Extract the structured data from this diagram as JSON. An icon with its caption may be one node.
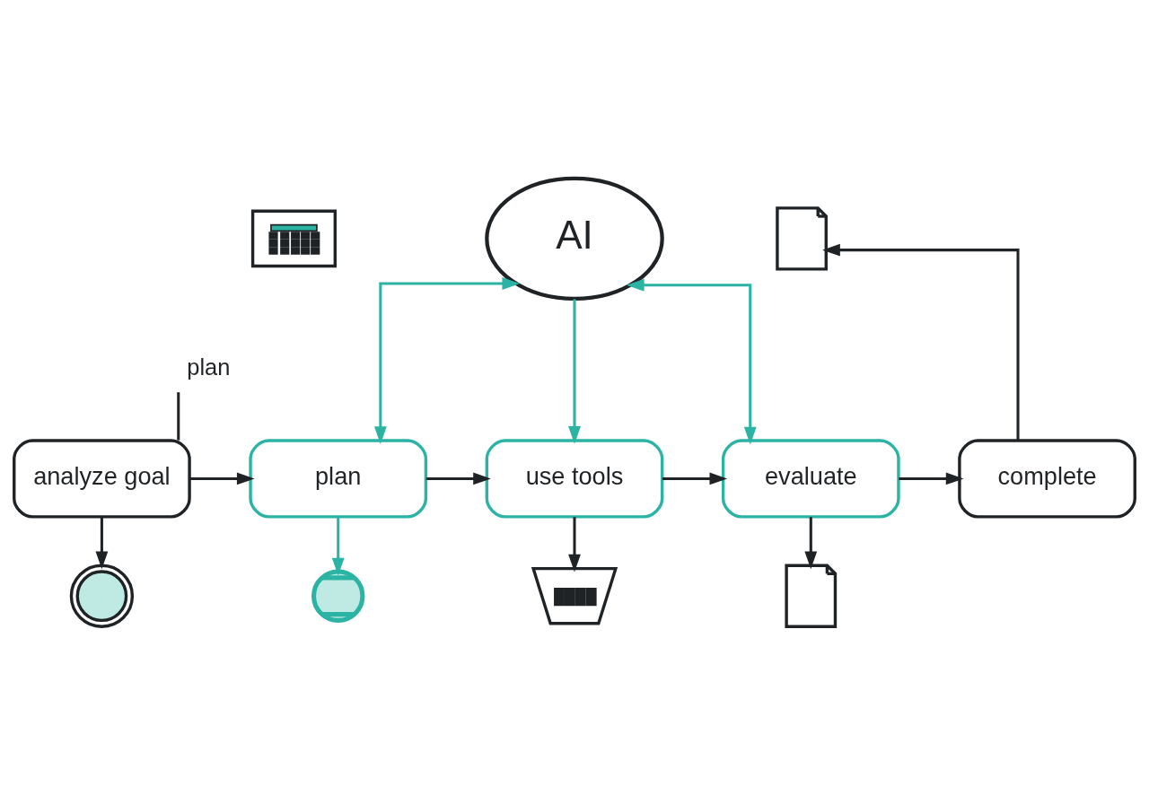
{
  "diagram": {
    "nodes": [
      {
        "text": [
          "AI"
        ]
      },
      {
        "text": [],
        "shape": "picture"
      },
      {
        "text": [],
        "shape": "picture"
      },
      {
        "text": [
          "plan"
        ]
      },
      {
        "text": [
          "analyze goal"
        ]
      },
      {
        "text": [
          "plan"
        ]
      },
      {
        "text": [
          "use tools"
        ]
      },
      {
        "text": [
          "evaluate"
        ]
      },
      {
        "text": [
          "complete"
        ]
      },
      {
        "text": [],
        "shape": "picture"
      },
      {
        "text": [],
        "shape": "picture"
      },
      {
        "text": [],
        "shape": "picture"
      },
      {
        "text": [],
        "shape": "picture"
      }
    ],
    "edges": [
      {
        "from": 4,
        "to": 5,
        "arrow": "to"
      },
      {
        "from": 5,
        "to": 6,
        "arrow": "to"
      },
      {
        "from": 6,
        "to": 7,
        "arrow": "to"
      },
      {
        "from": 7,
        "to": 8,
        "arrow": "to"
      },
      {
        "from": 0,
        "to": 5,
        "arrow": "both",
        "color": "#2bb3a4"
      },
      {
        "from": 0,
        "to": 6,
        "arrow": "to",
        "color": "#2bb3a4"
      },
      {
        "from": 0,
        "to": 7,
        "arrow": "both",
        "color": "#2bb3a4"
      },
      {
        "from": 3,
        "to": 4,
        "arrow": "none"
      },
      {
        "from": 4,
        "to": 9,
        "arrow": "to"
      },
      {
        "from": 5,
        "to": 10,
        "arrow": "to",
        "color": "#2bb3a4"
      },
      {
        "from": 6,
        "to": 11,
        "arrow": "to"
      },
      {
        "from": 7,
        "to": 12,
        "arrow": "to"
      },
      {
        "from": 8,
        "to": 2,
        "arrow": "to"
      }
    ]
  }
}
